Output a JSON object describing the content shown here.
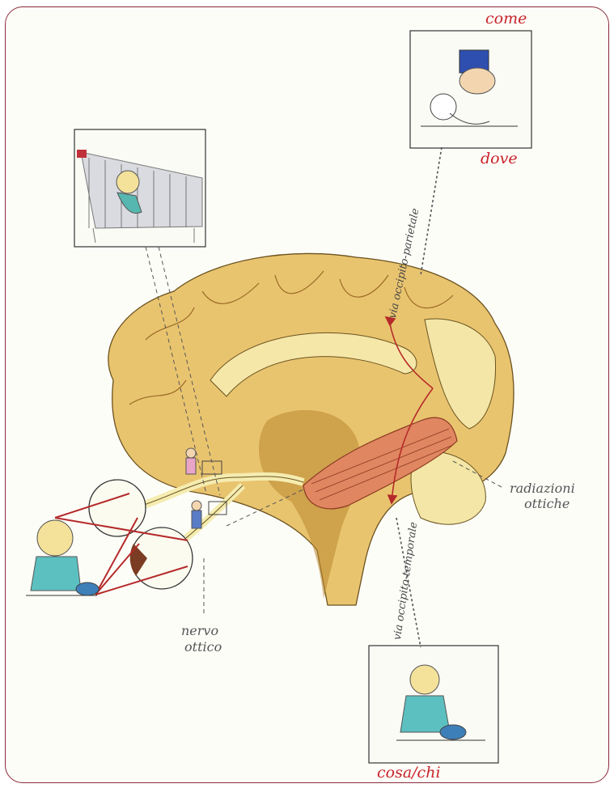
{
  "labels": {
    "come": "come",
    "dove": "dove",
    "cosa_chi": "cosa/chi",
    "radiazioni": "radiazioni",
    "ottiche": "ottiche",
    "nervo": "nervo",
    "ottico": "ottico",
    "via_dorsale": "via occipito-parietale",
    "via_ventrale": "via occipito-temporale"
  },
  "colors": {
    "frame": "#8a2a3a",
    "label_red": "#c8242a",
    "brain_fill": "#e9c46f",
    "radiation_fill": "#e08660",
    "pathway": "#b52a2a"
  }
}
